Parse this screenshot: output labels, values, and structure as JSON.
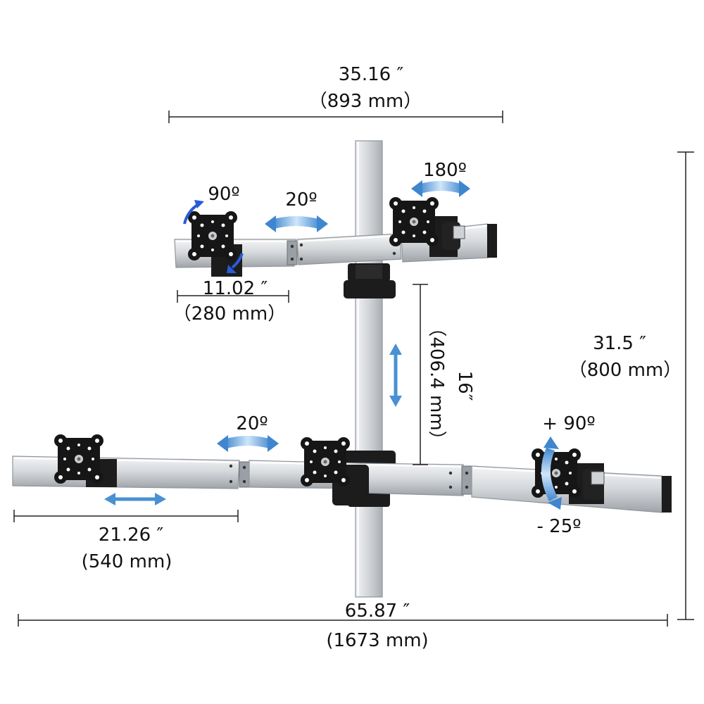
{
  "dimensions": {
    "top_width": {
      "inches": "35.16 ″",
      "mm": "（893 mm）"
    },
    "upper_arm": {
      "inches": "11.02 ″",
      "mm": "（280 mm）"
    },
    "lower_arm": {
      "inches": "21.26 ″",
      "mm": "(540 mm)"
    },
    "total_width": {
      "inches": "65.87 ″",
      "mm": "(1673 mm)"
    },
    "height": {
      "inches": "31.5 ″",
      "mm": "（800 mm）"
    },
    "tier_spacing": {
      "inches": "16″",
      "mm": "（406.4 mm）"
    }
  },
  "angles": {
    "rotate_left": "90º",
    "swivel_top": "20º",
    "rotate_180": "180º",
    "swivel_bottom": "20º",
    "tilt_up": "+ 90º",
    "tilt_down": "- 25º"
  },
  "colors": {
    "arrow_blue": "#4a90d4",
    "rotate_blue": "#2a5bd8",
    "bracket_black": "#1c1c1c",
    "aluminum": "#d3d6da"
  },
  "icons": [
    "vesa-plate-icon",
    "swivel-arrow-icon",
    "rotate-arrow-icon",
    "slide-arrow-icon",
    "vertical-slide-arrow-icon"
  ]
}
